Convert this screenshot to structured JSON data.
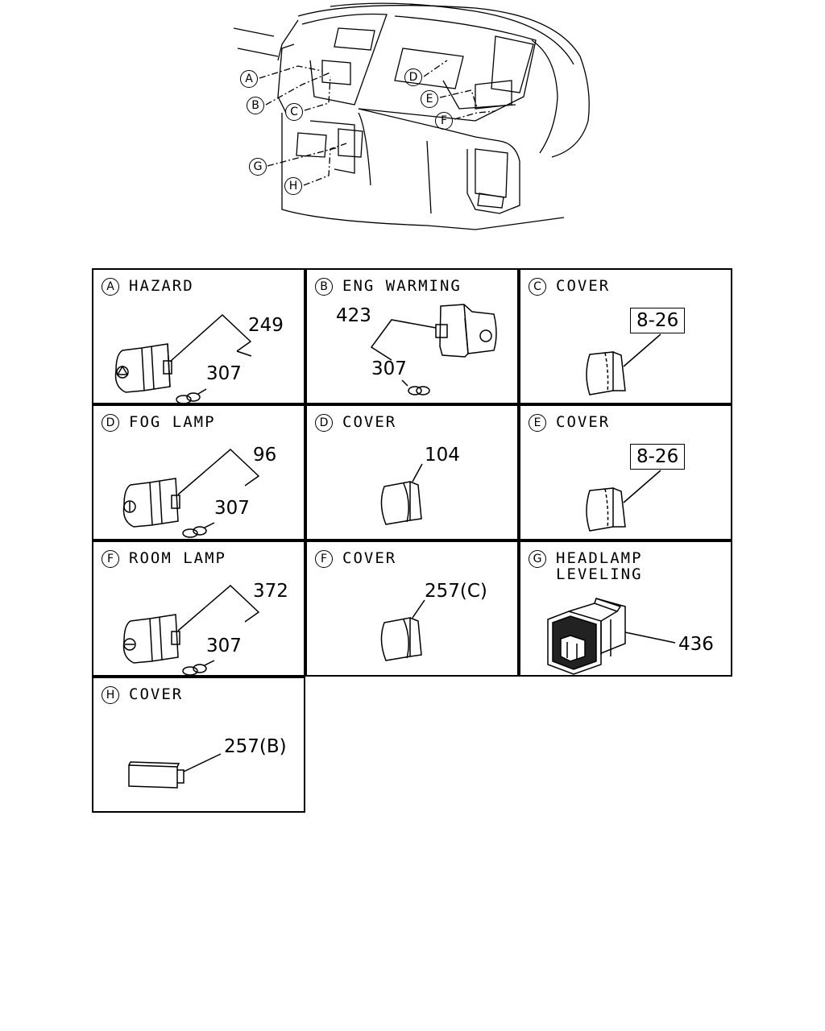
{
  "overview": {
    "callouts": [
      "A",
      "B",
      "C",
      "D",
      "E",
      "F",
      "G",
      "H"
    ]
  },
  "cells": [
    {
      "letter": "A",
      "title": "HAZARD",
      "refs": [
        "249",
        "307"
      ]
    },
    {
      "letter": "B",
      "title": "ENG WARMING",
      "refs": [
        "423",
        "307"
      ]
    },
    {
      "letter": "C",
      "title": "COVER",
      "refs": [
        "8-26"
      ]
    },
    {
      "letter": "D",
      "title": "FOG LAMP",
      "refs": [
        "96",
        "307"
      ]
    },
    {
      "letter": "D",
      "title": "COVER",
      "refs": [
        "104"
      ]
    },
    {
      "letter": "E",
      "title": "COVER",
      "refs": [
        "8-26"
      ]
    },
    {
      "letter": "F",
      "title": "ROOM LAMP",
      "refs": [
        "372",
        "307"
      ]
    },
    {
      "letter": "F",
      "title": "COVER",
      "refs": [
        "257(C)"
      ]
    },
    {
      "letter": "G",
      "title": "HEADLAMP\nLEVELING",
      "refs": [
        "436"
      ]
    },
    {
      "letter": "H",
      "title": "COVER",
      "refs": [
        "257(B)"
      ]
    }
  ]
}
